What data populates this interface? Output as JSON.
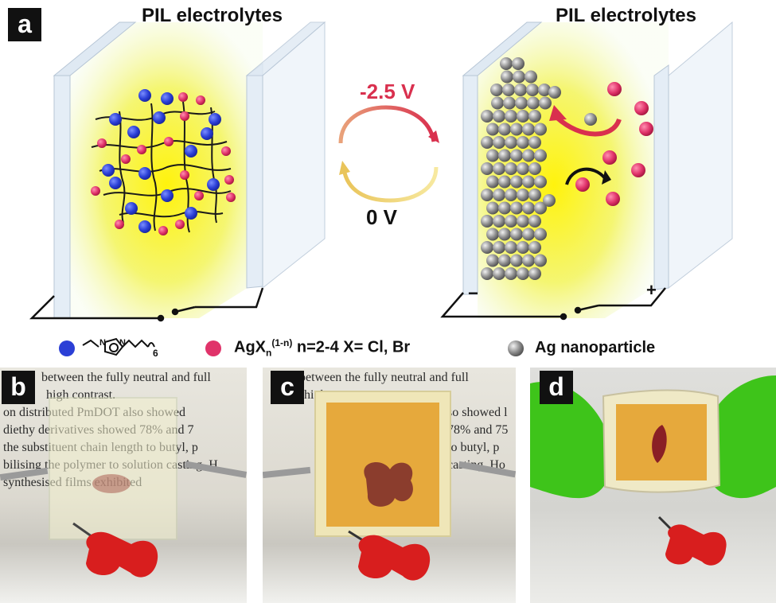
{
  "panel_a": {
    "label": "a",
    "left_title": "PIL electrolytes",
    "right_title": "PIL electrolytes",
    "voltage_top": "-2.5 V",
    "voltage_bottom": "0 V",
    "minus_sign": "−",
    "plus_sign": "+"
  },
  "legend": {
    "item2_main": "AgX",
    "item2_sub": "n",
    "item2_sup": "(1-n)",
    "item2_rest": " n=2-4  X= Cl, Br",
    "item3": "Ag nanoparticle",
    "structure_n": "N",
    "structure_sub": "6"
  },
  "panel_b": {
    "label": "b",
    "lines": [
      "between the fully neutral and full",
      "high contrast.",
      "on distributed PmDOT also showed",
      "diethy derivatives showed 78% and 7",
      "the substituent chain length to butyl, p",
      "bilising the polymer to solution casting. H",
      "synthesised films exhibited"
    ]
  },
  "panel_c": {
    "label": "c",
    "lines": [
      "between the fully neutral and full",
      "high contrast.",
      "so showed l",
      "78% and 75",
      "to butyl, p",
      "casting. Ho"
    ]
  },
  "panel_d": {
    "label": "d"
  },
  "colors": {
    "blue_cation": "#2b3fd6",
    "pink_anion": "#e0336a",
    "silver": "#8a8a8a",
    "voltage_red": "#d9304e",
    "glove_green": "#3ec41a",
    "pin_red": "#d81e1e"
  }
}
